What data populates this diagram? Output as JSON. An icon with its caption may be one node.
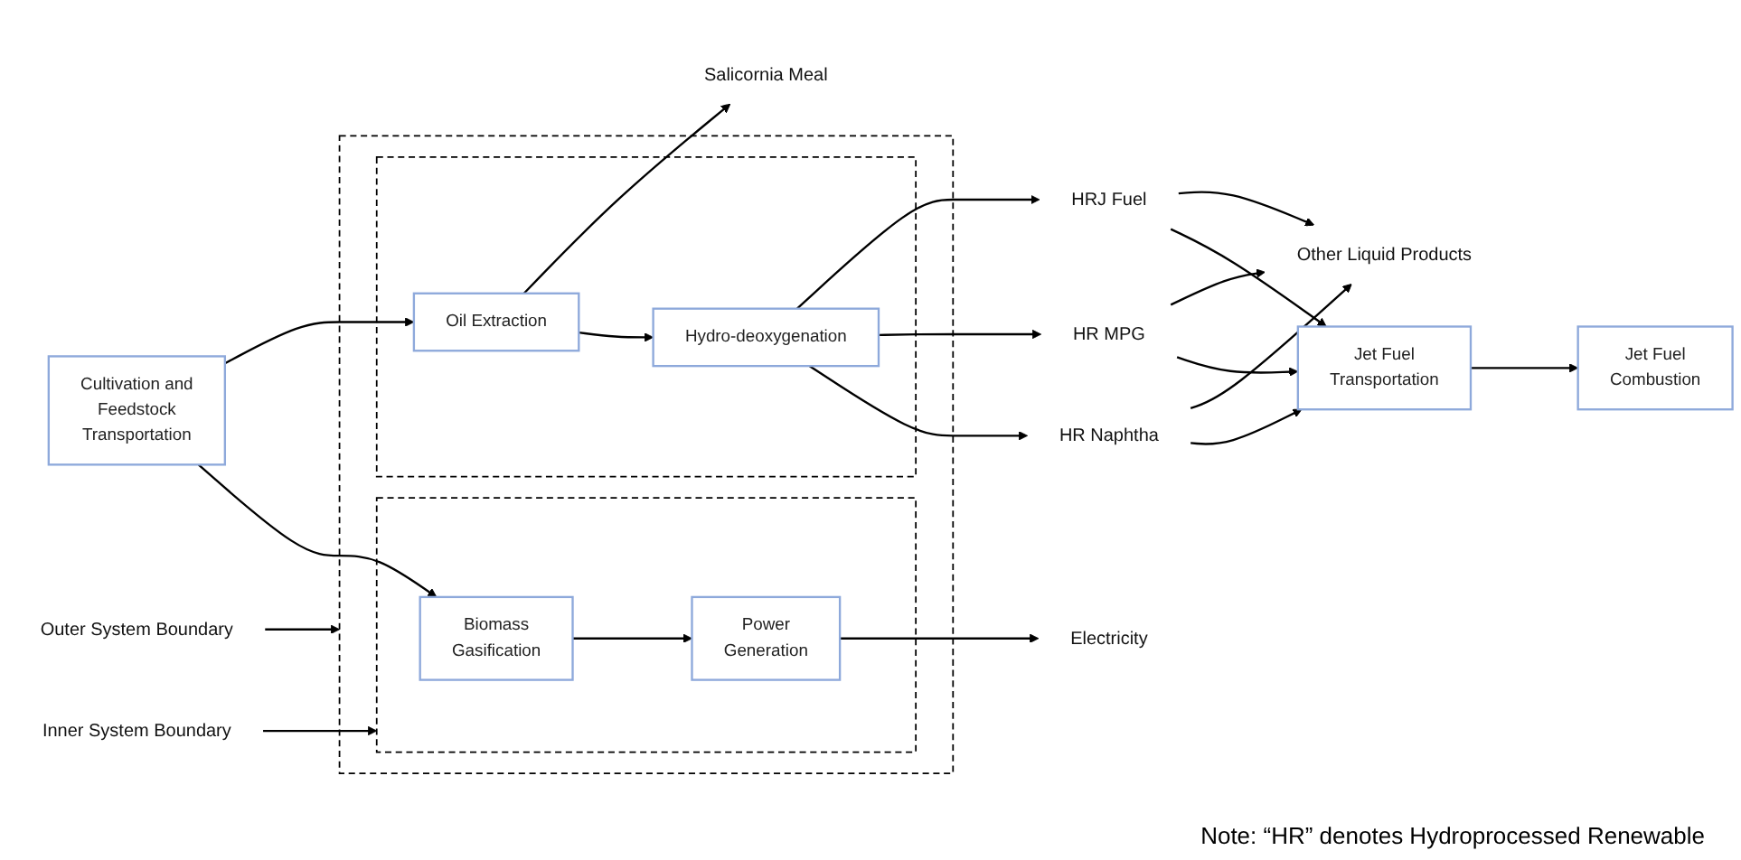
{
  "diagram": {
    "nodes": [
      {
        "text": [
          "Outer System Boundary"
        ]
      },
      {
        "text": [],
        "shape": "box"
      },
      {
        "text": [],
        "shape": "box",
        "in": 1
      },
      {
        "text": [
          "Oil Extraction"
        ],
        "in": 2
      },
      {
        "text": [
          "Hydro-deoxygenation"
        ],
        "in": 2
      },
      {
        "text": [],
        "shape": "box",
        "in": 1
      },
      {
        "text": [
          "Biomass Gasification"
        ],
        "in": 5
      },
      {
        "text": [
          "Power Generation"
        ],
        "in": 5
      },
      {
        "text": [
          "Salicornia Meal"
        ]
      },
      {
        "text": [
          "Cultivation and Feedstock Transportation"
        ]
      },
      {
        "text": [
          "HRJ Fuel"
        ]
      },
      {
        "text": [
          "HR MPG"
        ]
      },
      {
        "text": [
          "HR Naphtha"
        ]
      },
      {
        "text": [
          "Other Liquid Products"
        ]
      },
      {
        "text": [
          "Jet Fuel Transportation"
        ]
      },
      {
        "text": [
          "Jet Fuel Combustion"
        ]
      },
      {
        "text": [
          "Electricity"
        ]
      },
      {
        "text": [
          "Inner System Boundary"
        ]
      }
    ],
    "edges": [
      {
        "from": 0,
        "to": 1,
        "arrow": "to"
      },
      {
        "from": 17,
        "to": 5,
        "arrow": "to"
      },
      {
        "from": 9,
        "to": 3,
        "arrow": "to"
      },
      {
        "from": 9,
        "to": 6,
        "arrow": "to"
      },
      {
        "from": 3,
        "to": 8,
        "arrow": "to"
      },
      {
        "from": 3,
        "to": 4,
        "arrow": "to"
      },
      {
        "from": 6,
        "to": 7,
        "arrow": "to"
      },
      {
        "from": 4,
        "to": 10,
        "arrow": "to"
      },
      {
        "from": 4,
        "to": 11,
        "arrow": "to"
      },
      {
        "from": 4,
        "to": 12,
        "arrow": "to"
      },
      {
        "from": 7,
        "to": 16,
        "arrow": "to"
      },
      {
        "from": 10,
        "to": 13,
        "arrow": "to"
      },
      {
        "from": 11,
        "to": 13,
        "arrow": "to"
      },
      {
        "from": 12,
        "to": 13,
        "arrow": "to"
      },
      {
        "from": 10,
        "to": 14,
        "arrow": "to"
      },
      {
        "from": 11,
        "to": 14,
        "arrow": "to"
      },
      {
        "from": 12,
        "to": 14,
        "arrow": "to"
      },
      {
        "from": 14,
        "to": 15,
        "arrow": "to"
      }
    ],
    "labels": [
      "Note: “HR” denotes Hydroprocessed Renewable"
    ]
  }
}
